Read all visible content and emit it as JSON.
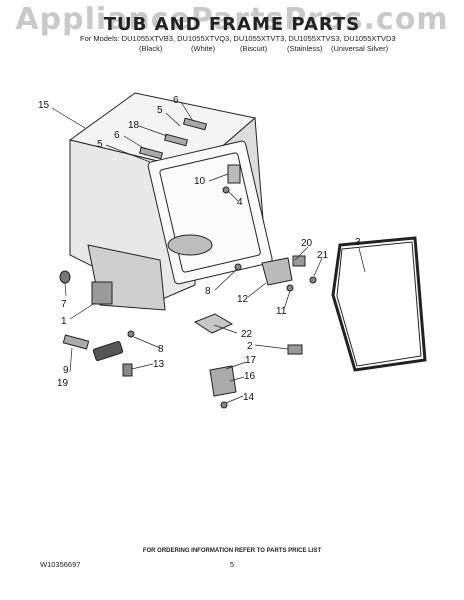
{
  "watermark": "AppliancePartsPros.com",
  "header": {
    "title": "TUB AND FRAME PARTS",
    "models": "For Models: DU1055XTVB3, DU1055XTVQ3, DU1055XTVT3, DU1055XTVS3, DU1055XTVD3",
    "colors": [
      "(Black)",
      "(White)",
      "(Biscuit)",
      "(Stainless)",
      "(Universal Silver)"
    ]
  },
  "callouts": [
    "15",
    "6",
    "5",
    "18",
    "6",
    "5",
    "10",
    "4",
    "3",
    "20",
    "21",
    "7",
    "1",
    "8",
    "12",
    "11",
    "22",
    "2",
    "17",
    "16",
    "14",
    "9",
    "19",
    "8",
    "13"
  ],
  "footer": {
    "ordering_note": "FOR ORDERING INFORMATION REFER TO PARTS PRICE LIST",
    "doc_number": "W10356697",
    "page_number": "5"
  }
}
